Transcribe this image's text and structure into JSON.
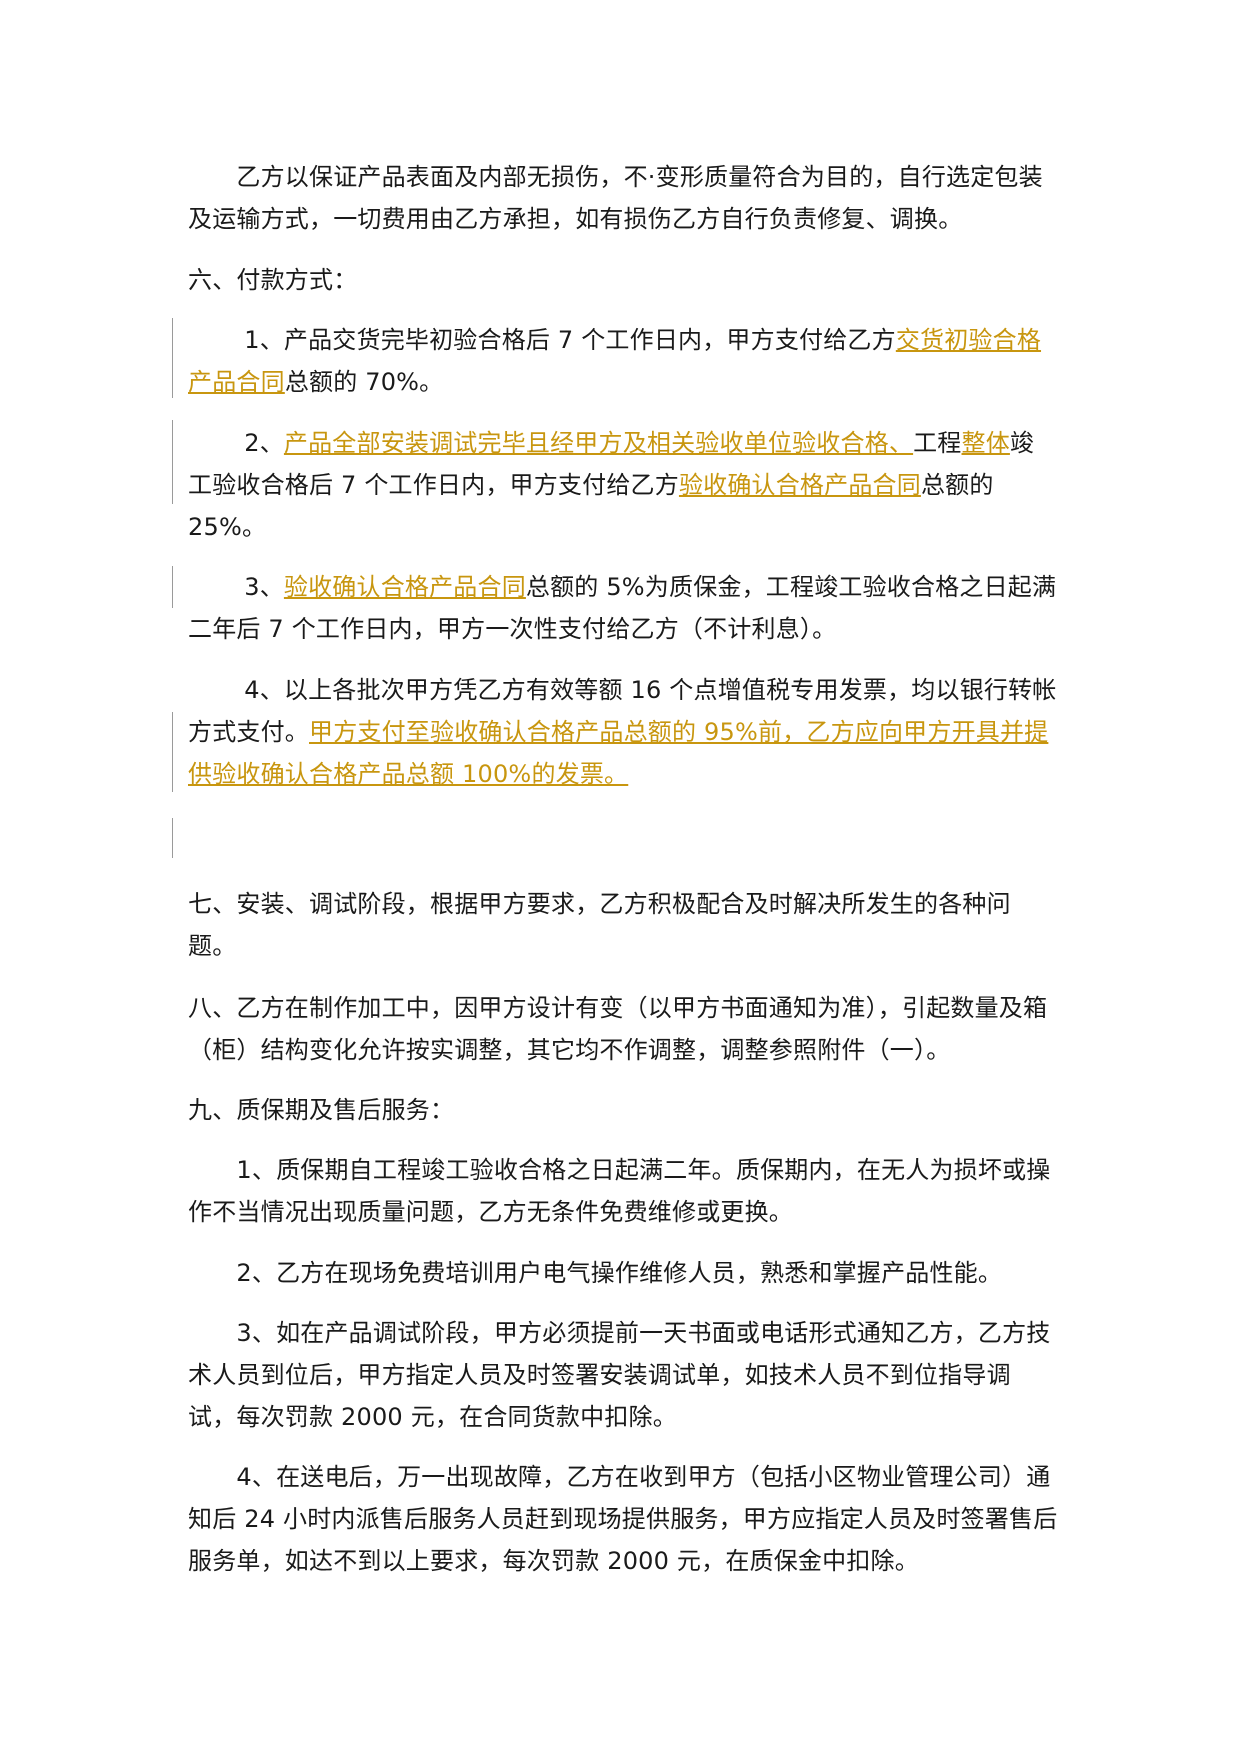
{
  "document": {
    "p_packaging": "　　乙方以保证产品表面及内部无损伤，不·变形质量符合为目的，自行选定包装及运输方式，一切费用由乙方承担，如有损伤乙方自行负责修复、调换。",
    "payment_heading": "六、付款方式：",
    "pay1": {
      "pre": "　　 1、产品交货完毕初验合格后 7 个工作日内，甲方支付给乙方",
      "ins": "交货初验合格产品合同",
      "post": "总额的 70%。"
    },
    "pay2": {
      "pre": "　　 2、",
      "ins1": "产品全部安装调试完毕且经甲方及相关验收单位验收合格、",
      "mid1": "工程",
      "ins2": "整体",
      "mid2": "竣工验收合格后 7 个工作日内，甲方支付给乙方",
      "ins3": "验收确认合格产品合同",
      "post": "总额的 25%。"
    },
    "pay3": {
      "pre": "　　 3、",
      "ins": "验收确认合格产品合同",
      "post": "总额的 5%为质保金，工程竣工验收合格之日起满二年后 7 个工作日内，甲方一次性支付给乙方（不计利息）。"
    },
    "pay4": {
      "pre": "　　 4、以上各批次甲方凭乙方有效等额 16 个点增值税专用发票，均以银行转帐方式支付。",
      "ins": "甲方支付至验收确认合格产品总额的 95%前，乙方应向甲方开具并提供验收确认合格产品总额 100%的发票。"
    },
    "install_clause": "七、安装、调试阶段，根据甲方要求，乙方积极配合及时解决所发生的各种问题。",
    "change_clause": "八、乙方在制作加工中，因甲方设计有变（以甲方书面通知为准），引起数量及箱（柜）结构变化允许按实调整，其它均不作调整，调整参照附件（一）。",
    "warranty_heading": "九、质保期及售后服务：",
    "w1": "　　1、质保期自工程竣工验收合格之日起满二年。质保期内，在无人为损坏或操作不当情况出现质量问题，乙方无条件免费维修或更换。",
    "w2": "　　2、乙方在现场免费培训用户电气操作维修人员，熟悉和掌握产品性能。",
    "w3": "　　3、如在产品调试阶段，甲方必须提前一天书面或电话形式通知乙方，乙方技术人员到位后，甲方指定人员及时签署安装调试单，如技术人员不到位指导调试，每次罚款 2000 元，在合同货款中扣除。",
    "w4": "　　4、在送电后，万一出现故障，乙方在收到甲方（包括小区物业管理公司）通知后 24 小时内派售后服务人员赶到现场提供服务，甲方应指定人员及时签署售后服务单，如达不到以上要求，每次罚款 2000 元，在质保金中扣除。"
  },
  "colors": {
    "insertion": "#c8960f",
    "change_bar": "#9a9a9a",
    "text": "#1a1a1a"
  }
}
